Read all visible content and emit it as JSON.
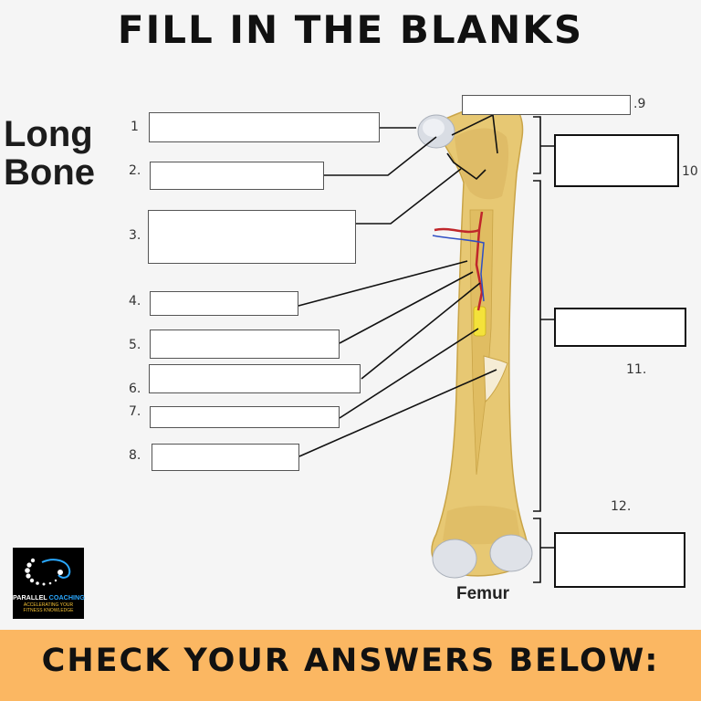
{
  "title": "FILL IN THE BLANKS",
  "side_title_line1": "Long",
  "side_title_line2": "Bone",
  "labels": {
    "n1": "1",
    "n2": "2.",
    "n3": "3.",
    "n4": "4.",
    "n5": "5.",
    "n6": "6.",
    "n7": "7.",
    "n8": "8.",
    "n9": ".9",
    "n10": "10",
    "n11": "11.",
    "n12": "12."
  },
  "bone_caption": "Femur",
  "logo": {
    "name_part1": "PARALLEL",
    "name_part2": "COACHING",
    "tagline_line1": "ACCELERATING YOUR",
    "tagline_line2": "FITNESS KNOWLEDGE"
  },
  "banner_text": "CHECK YOUR ANSWERS BELOW:",
  "colors": {
    "bone": "#e7c873",
    "bone_dark": "#c9a447",
    "cartilage": "#d9dde4",
    "banner": "#fbb762",
    "artery": "#c0262b",
    "vein": "#2f4fc4",
    "marrow": "#f4e23a"
  }
}
